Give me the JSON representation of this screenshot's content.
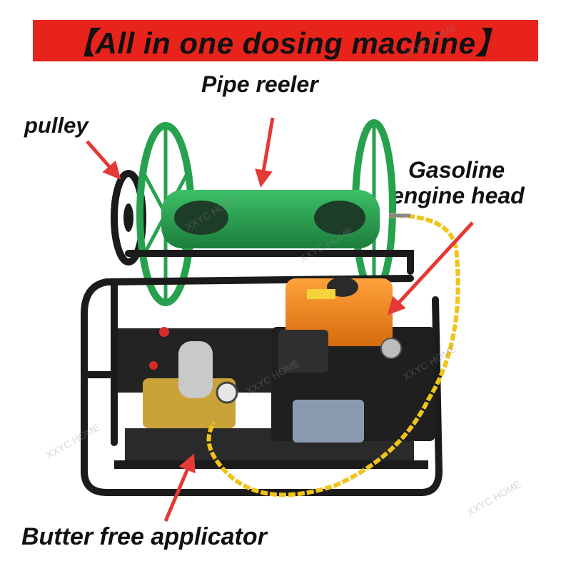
{
  "banner": {
    "title": "【All in one dosing machine】"
  },
  "labels": {
    "pipe_reeler": "Pipe reeler",
    "pulley": "pulley",
    "engine_line1": "Gasoline",
    "engine_line2": "engine head",
    "butter": "Butter free applicator"
  },
  "watermark": "XXYC HOME",
  "colors": {
    "banner_bg": "#e8231b",
    "reel_green": "#27a14e",
    "engine_orange": "#f08a1c",
    "frame_black": "#1b1b1b",
    "hose_yellow": "#f0c419",
    "arrow_red": "#e53935"
  }
}
